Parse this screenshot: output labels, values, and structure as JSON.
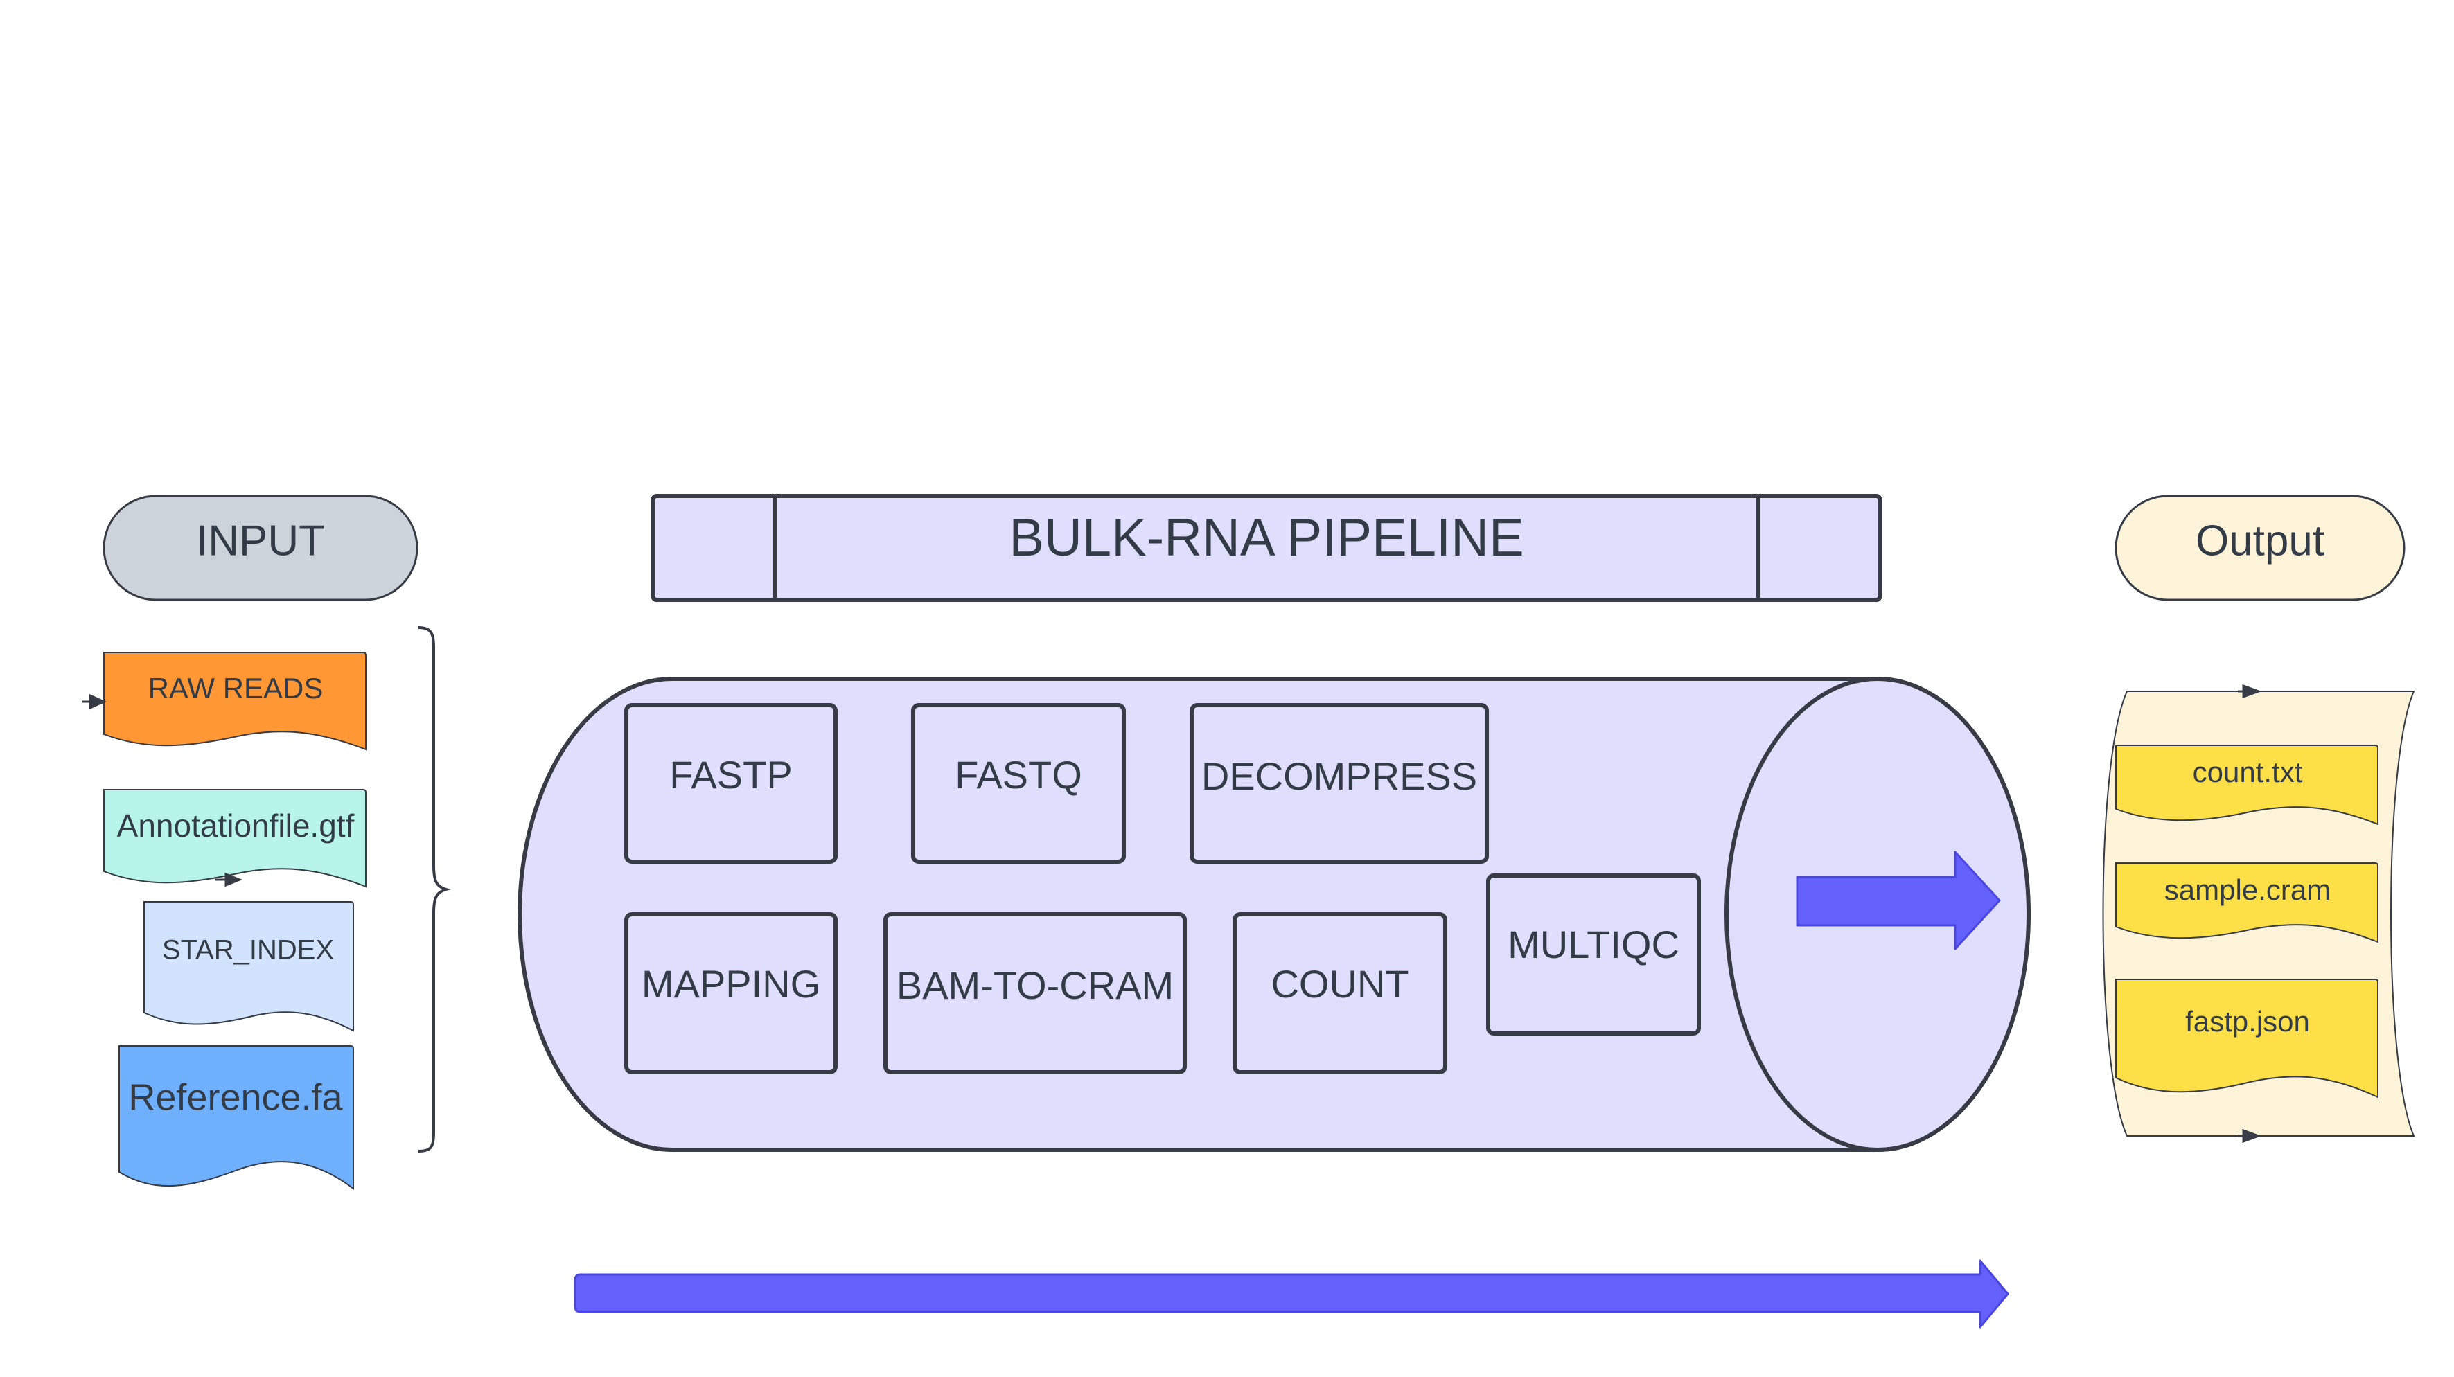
{
  "input": {
    "title": "INPUT",
    "files": [
      {
        "label": "RAW READS",
        "color": "#fe9734"
      },
      {
        "label": "Annotationfile.gtf",
        "color": "#b7f4e9"
      },
      {
        "label": "STAR_INDEX",
        "color": "#d1e3fd"
      },
      {
        "label": "Reference.fa",
        "color": "#6eb0fb"
      }
    ]
  },
  "pipeline": {
    "title": "BULK-RNA PIPELINE",
    "steps": [
      "FASTP",
      "FASTQ",
      "DECOMPRESS",
      "MAPPING",
      "BAM-TO-CRAM",
      "COUNT",
      "MULTIQC"
    ],
    "fill_color": "#dfdefc",
    "arrow_color": "#6460fb"
  },
  "output": {
    "title": "Output",
    "bg_color": "#fdf3d9",
    "files": [
      {
        "label": "count.txt",
        "color": "#fde047"
      },
      {
        "label": "sample.cram",
        "color": "#fde047"
      },
      {
        "label": "fastp.json",
        "color": "#fde047"
      }
    ]
  },
  "colors": {
    "input_pill": "#cdd3db",
    "stroke": "#363b46",
    "text": "#333b47"
  }
}
